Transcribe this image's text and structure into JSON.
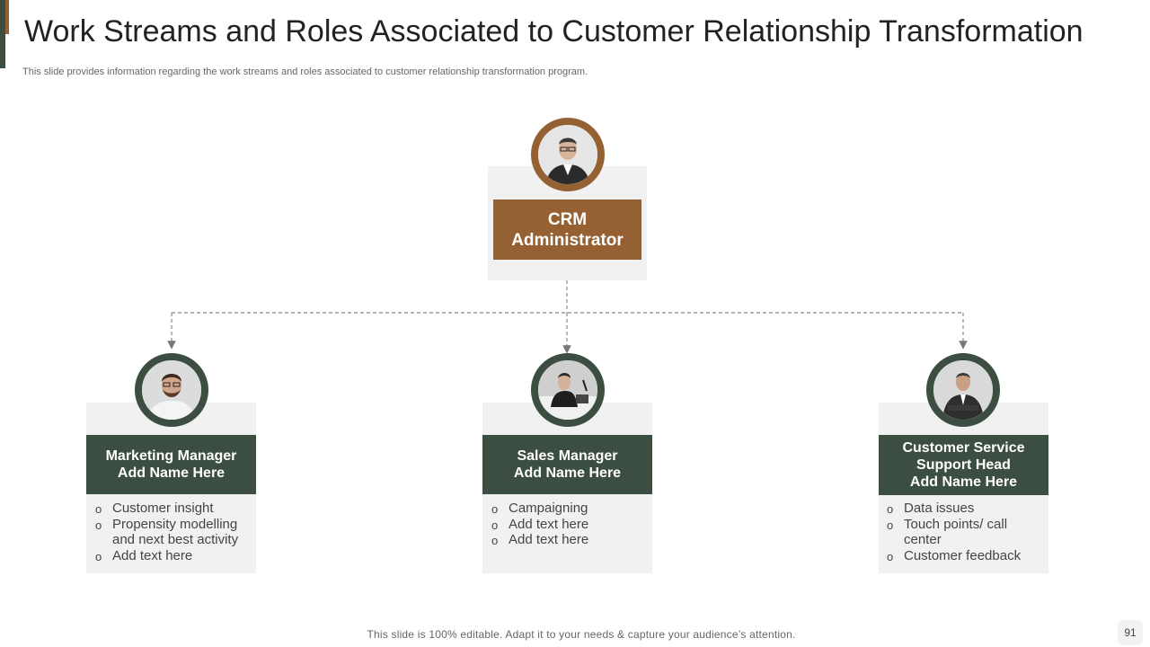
{
  "slide": {
    "title": "Work Streams and Roles Associated to Customer Relationship Transformation",
    "subtitle": "This slide provides information regarding the work streams and roles associated to customer relationship transformation program.",
    "footer": "This slide is 100% editable. Adapt it to your needs & capture your audience’s attention.",
    "page_number": "91"
  },
  "top_role": {
    "line1": "CRM",
    "line2": "Administrator"
  },
  "roles": [
    {
      "line1": "Marketing Manager",
      "line2": "Add Name Here",
      "bullets": [
        "Customer insight",
        "Propensity modelling and next best activity",
        "Add text here"
      ]
    },
    {
      "line1": "Sales Manager",
      "line2": "Add Name Here",
      "bullets": [
        "Campaigning",
        "Add text here",
        "Add text here"
      ]
    },
    {
      "line1": "Customer Service",
      "line2": "Support Head",
      "line3": "Add Name Here",
      "bullets": [
        "Data issues",
        "Touch points/ call center",
        "Customer feedback"
      ]
    }
  ],
  "colors": {
    "primary_green": "#3b4e41",
    "accent_brown": "#956133",
    "card_grey": "#f1f1f1"
  }
}
